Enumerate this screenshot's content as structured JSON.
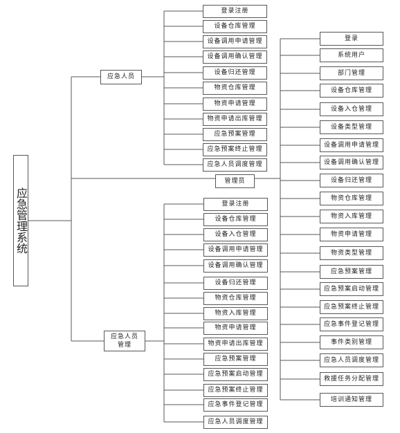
{
  "root": {
    "label": "应急管理系统"
  },
  "groups": [
    {
      "label": "应急人员",
      "items": [
        "登录注册",
        "设备仓库管理",
        "设备调用申请管理",
        "设备调用确认管理",
        "设备归还管理",
        "物资仓库管理",
        "物资申请管理",
        "物资申请出库管理",
        "应急预案管理",
        "应急预案终止管理",
        "应急人员调度管理"
      ]
    },
    {
      "label": "管理员",
      "items": [
        "登录",
        "系统用户",
        "部门管理",
        "设备仓库管理",
        "设备入仓管理",
        "设备类型管理",
        "设备调用申请管理",
        "设备调用确认管理",
        "设备归还管理",
        "物资仓库管理",
        "物资入库管理",
        "物资申请管理",
        "物资类型管理",
        "应急预案管理",
        "应急预案启动管理",
        "应急预案终止管理",
        "应急事件登记管理",
        "事件类别管理",
        "应急人员调度管理",
        "救援任务分配管理",
        "培训通知管理"
      ]
    },
    {
      "label": "应急人员管理",
      "items": [
        "登录注册",
        "设备仓库管理",
        "设备入仓管理",
        "设备调用申请管理",
        "设备调用确认管理",
        "设备归还管理",
        "物资仓库管理",
        "物资入库管理",
        "物资申请管理",
        "物资申请出库管理",
        "应急预案管理",
        "应急预案启动管理",
        "应急预案终止管理",
        "应急事件登记管理",
        "应急人员调度管理"
      ]
    }
  ]
}
